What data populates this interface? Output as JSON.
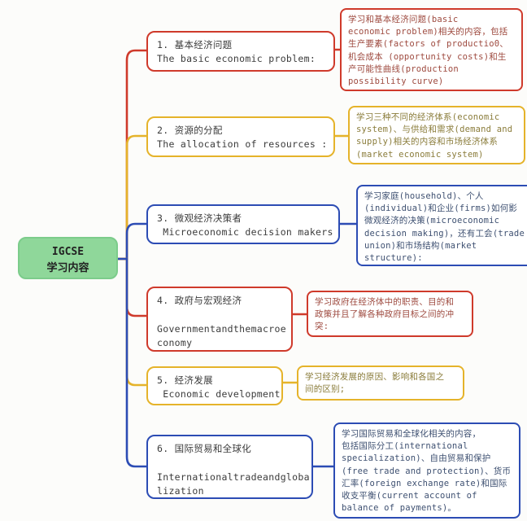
{
  "root": {
    "label": "IGCSE\n学习内容"
  },
  "palette": {
    "red": "#cf3a2b",
    "yellow": "#e5b32a",
    "blue": "#2c4cb4",
    "red_text": "#9e4a3f",
    "yellow_text": "#8a7c3a",
    "blue_text": "#3e5071",
    "root_green": "#8fd79a"
  },
  "topics": [
    {
      "color": "red",
      "title": "1. 基本经济问题\nThe basic economic problem:",
      "desc": "学习和基本经济问题(basic\neconomic problem)相关的内容，包括\n生产要素(factors of productio0、\n机会成本 (opportunity costs)和生\n产可能性曲线(production\npossibility curve)"
    },
    {
      "color": "yellow",
      "title": "2. 资源的分配\nThe allocation of resources :",
      "desc": "学习三种不同的经济体系(economic\nsystem)、与供给和需求(demand and\nsupply)相关的内容和市场经济体系\n(market economic system)"
    },
    {
      "color": "blue",
      "title": "3. 微观经济决策者\n Microeconomic decision makers",
      "desc": "学习家庭(household)、个人\n(individual)和企业(firms)如何影\n微观经济的决策(microeconomic\ndecision making)，还有工会(trade\nunion)和市场结构(market\nstructure):"
    },
    {
      "color": "red",
      "title": "4. 政府与宏观经济\n\nGovernmentandthemacroe\nconomy",
      "desc": "学习政府在经济体中的职责、目的和\n政策并且了解各种政府目标之间的冲\n突:"
    },
    {
      "color": "yellow",
      "title": "5. 经济发展\n Economic development",
      "desc": "学习经济发展的原因、影响和各国之\n间的区别;"
    },
    {
      "color": "blue",
      "title": "6. 国际贸易和全球化\n\nInternationaltradeandgloba\nlization",
      "desc": "学习国际贸易和全球化相关的内容，\n包括国际分工(international\nspecialization)、自由贸易和保护\n(free trade and protection)、货币\n汇率(foreign exchange rate)和国际\n收支平衡(current account of\nbalance of payments)。"
    }
  ]
}
